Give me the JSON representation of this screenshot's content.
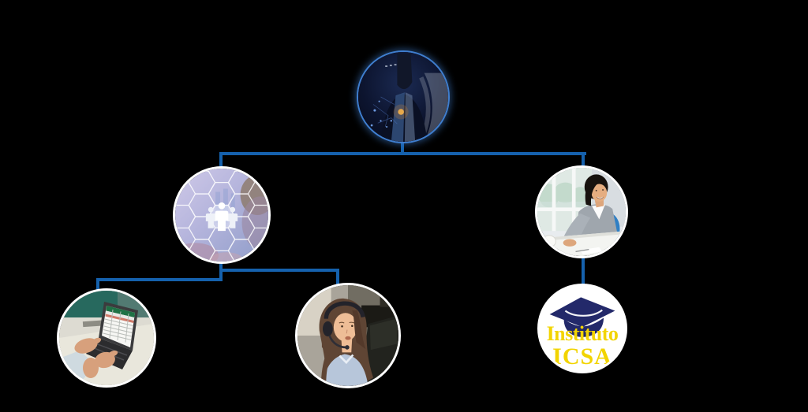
{
  "page": {
    "background_color": "#000000"
  },
  "diagram": {
    "type": "org-chart",
    "connector_color": "#1561ad",
    "levels": 3,
    "nodes": [
      {
        "id": "root",
        "level": 1,
        "shape": "circle",
        "border_color": "#3f7ecf",
        "image": "businessman-digital-technology-photo"
      },
      {
        "id": "people-network",
        "level": 2,
        "parent": "root",
        "shape": "circle",
        "border_color": "#ffffff",
        "image": "people-hexagon-network-photo"
      },
      {
        "id": "businesswoman",
        "level": 2,
        "parent": "root",
        "shape": "circle",
        "border_color": "#ffffff",
        "image": "businesswoman-at-desk-photo"
      },
      {
        "id": "spreadsheet-work",
        "level": 3,
        "parent": "people-network",
        "shape": "circle",
        "border_color": "#ffffff",
        "image": "hands-typing-laptop-spreadsheet-photo"
      },
      {
        "id": "support-agent",
        "level": 3,
        "parent": "people-network",
        "shape": "circle",
        "border_color": "#ffffff",
        "image": "woman-with-headset-photo"
      },
      {
        "id": "instituto-icsa",
        "level": 3,
        "parent": "businesswoman",
        "shape": "circle",
        "border_color": "#ffffff",
        "image": "instituto-icsa-graduation-cap-logo"
      }
    ],
    "edges": [
      [
        "root",
        "people-network"
      ],
      [
        "root",
        "businesswoman"
      ],
      [
        "people-network",
        "spreadsheet-work"
      ],
      [
        "people-network",
        "support-agent"
      ],
      [
        "businesswoman",
        "instituto-icsa"
      ]
    ],
    "icsa_logo": {
      "line1": "Instituto",
      "line2": "ICSA",
      "text_color": "#f2d400",
      "cap_color": "#23296a"
    }
  }
}
